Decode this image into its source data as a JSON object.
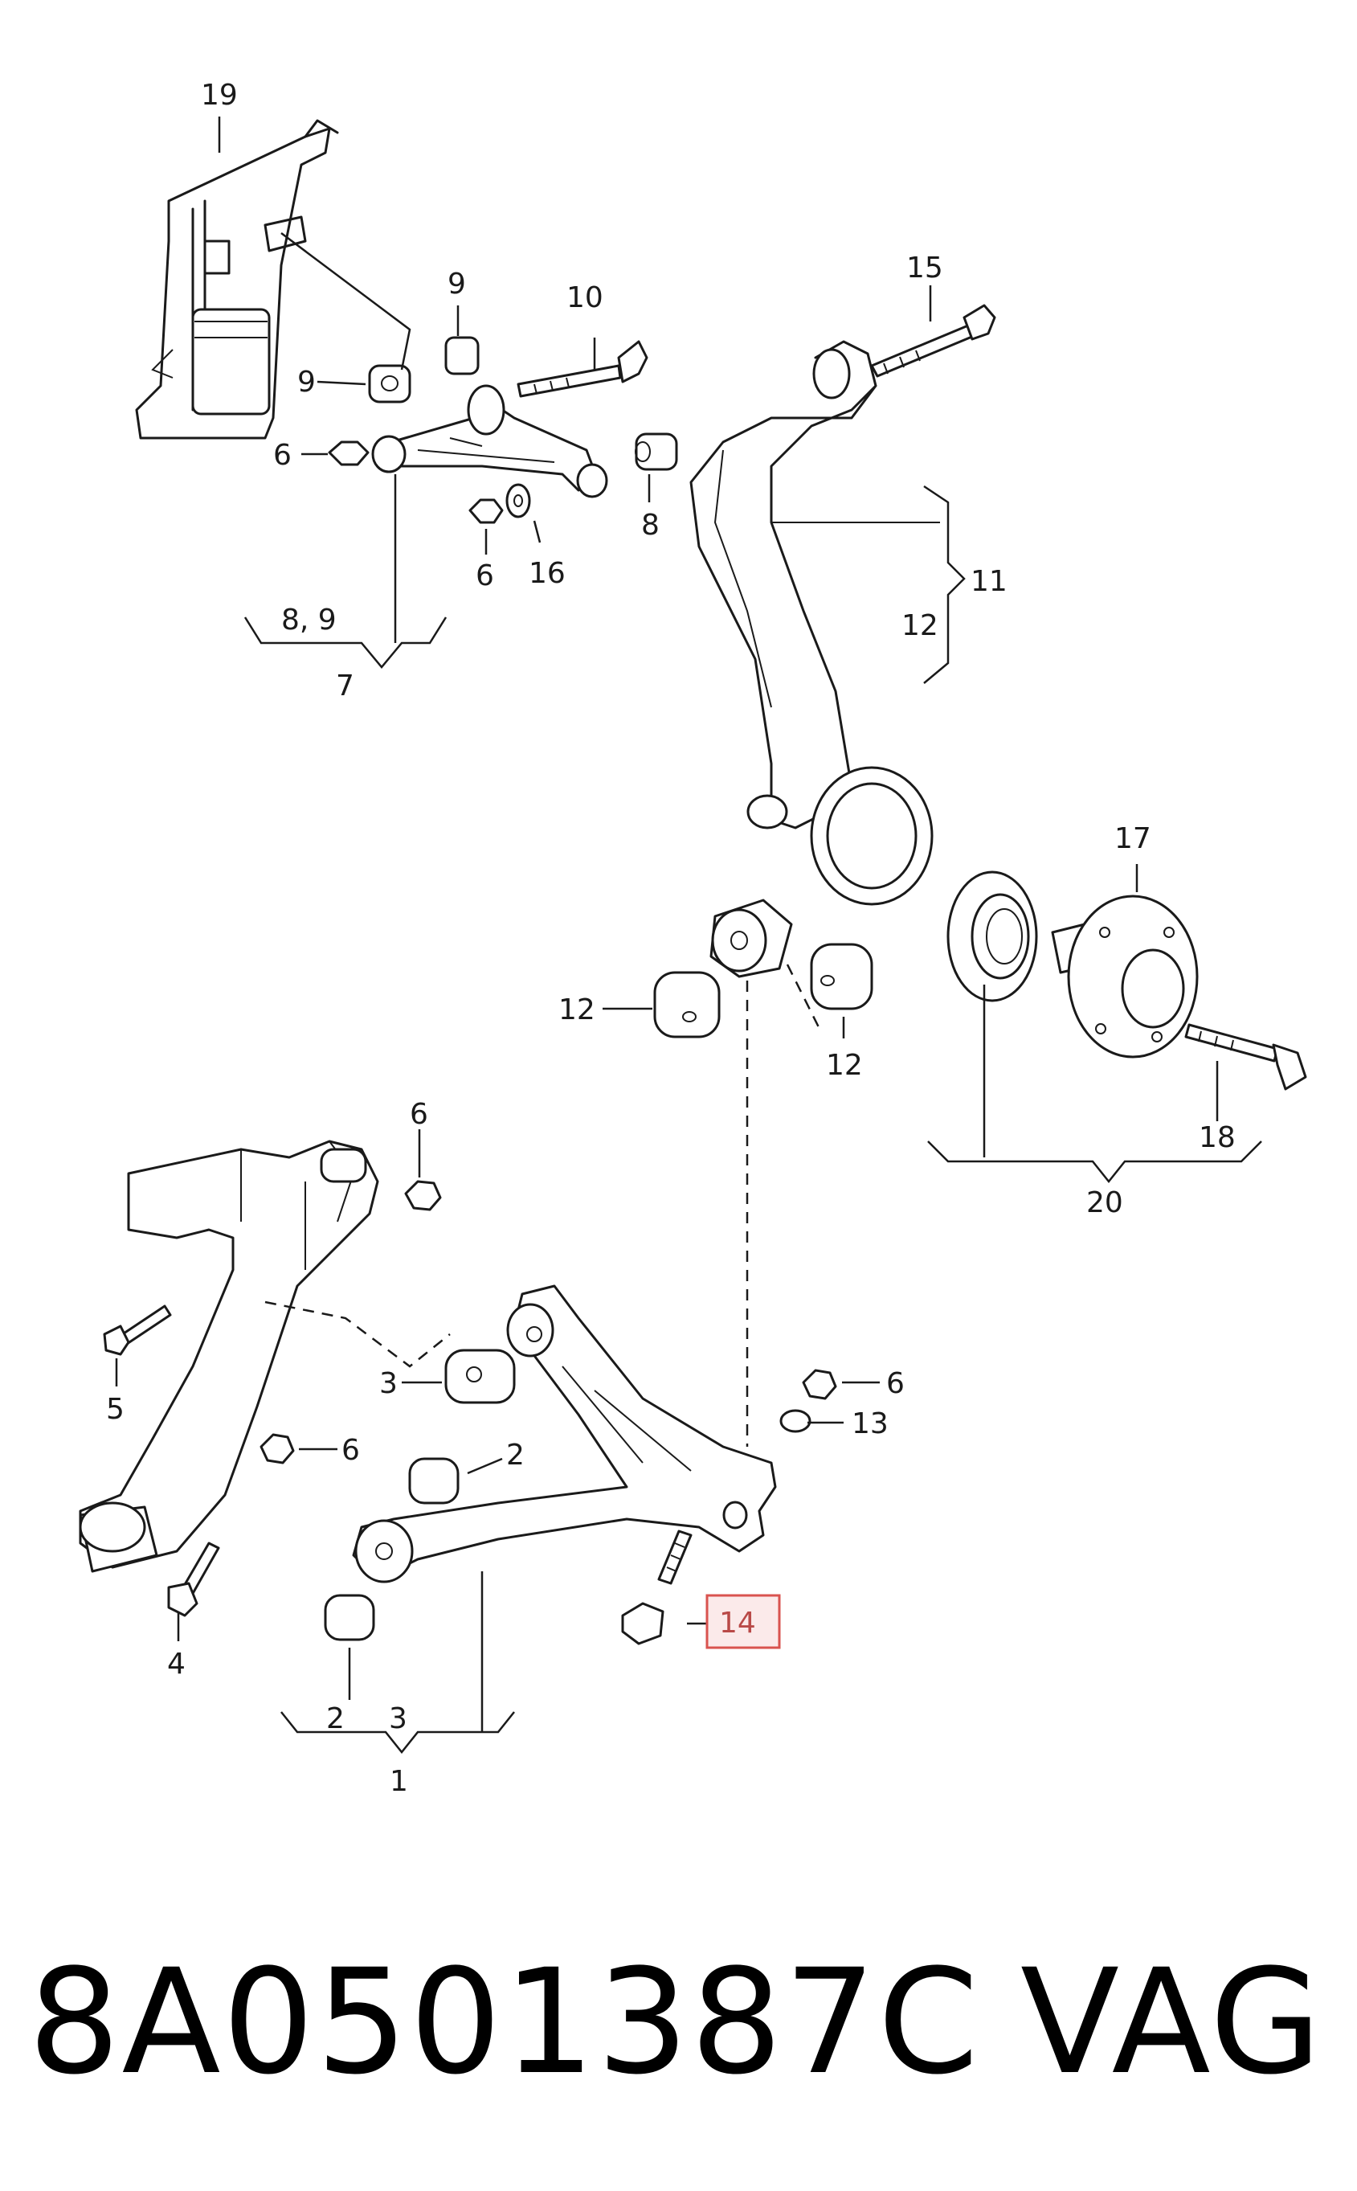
{
  "labels": {
    "l19": "19",
    "l9a": "9",
    "l10": "10",
    "l15": "15",
    "l9b": "9",
    "l6a": "6",
    "l8a": "8",
    "l6b": "6",
    "l16": "16",
    "l89": "8, 9",
    "l7": "7",
    "l11": "11",
    "l12a": "12",
    "l17": "17",
    "l12b": "12",
    "l12c": "12",
    "l18": "18",
    "l20": "20",
    "l6c": "6",
    "l5": "5",
    "l3a": "3",
    "l6d": "6",
    "l6e": "6",
    "l13": "13",
    "l2a": "2",
    "l4": "4",
    "l14": "14",
    "l2b": "2",
    "l3b": "3",
    "l1": "1"
  },
  "highlight": {
    "color": "#d9534f",
    "part": "14"
  },
  "footer": {
    "part_number": "8A0501387C",
    "brand": "VAG"
  }
}
